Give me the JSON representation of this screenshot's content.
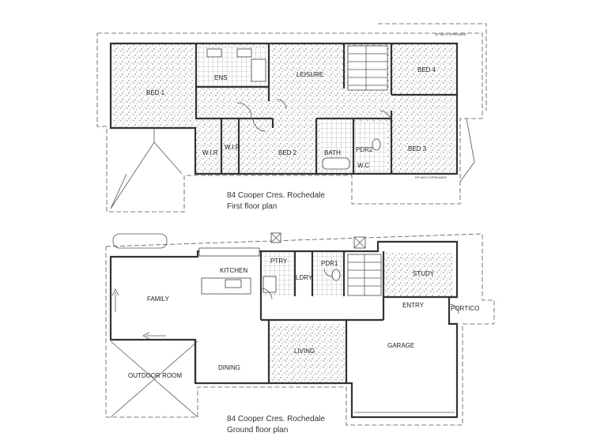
{
  "first_floor": {
    "caption_line1": "84 Cooper Cres. Rochedale",
    "caption_line2": "First floor plan",
    "rooms": {
      "bed1": "BED 1",
      "ens": "ENS",
      "leisure": "LEISURE",
      "bed4": "BED 4",
      "wir1": "W.I.R",
      "wir2": "W.I.R",
      "bed2": "BED 2",
      "bath": "BATH",
      "pdr2": "PDR2",
      "wc": "W.C",
      "bed3": "BED 3"
    },
    "notes": {
      "dp_top": "DP WITH SPREADER",
      "dp_bottom": "DP WITH SPREADER"
    }
  },
  "ground_floor": {
    "caption_line1": "84 Cooper Cres. Rochedale",
    "caption_line2": "Ground floor plan",
    "rooms": {
      "kitchen": "KITCHEN",
      "ptry": "PTRY",
      "ldry": "LDRY",
      "pdr1": "PDR1",
      "study": "STUDY",
      "family": "FAMILY",
      "entry": "ENTRY",
      "portico": "PORTICO",
      "garage": "GARAGE",
      "living": "LIVING",
      "dining": "DINING",
      "outdoor": "OUTDOOR ROOM"
    }
  },
  "colors": {
    "wall": "#333333",
    "hatch": "#777777",
    "background": "#ffffff"
  }
}
